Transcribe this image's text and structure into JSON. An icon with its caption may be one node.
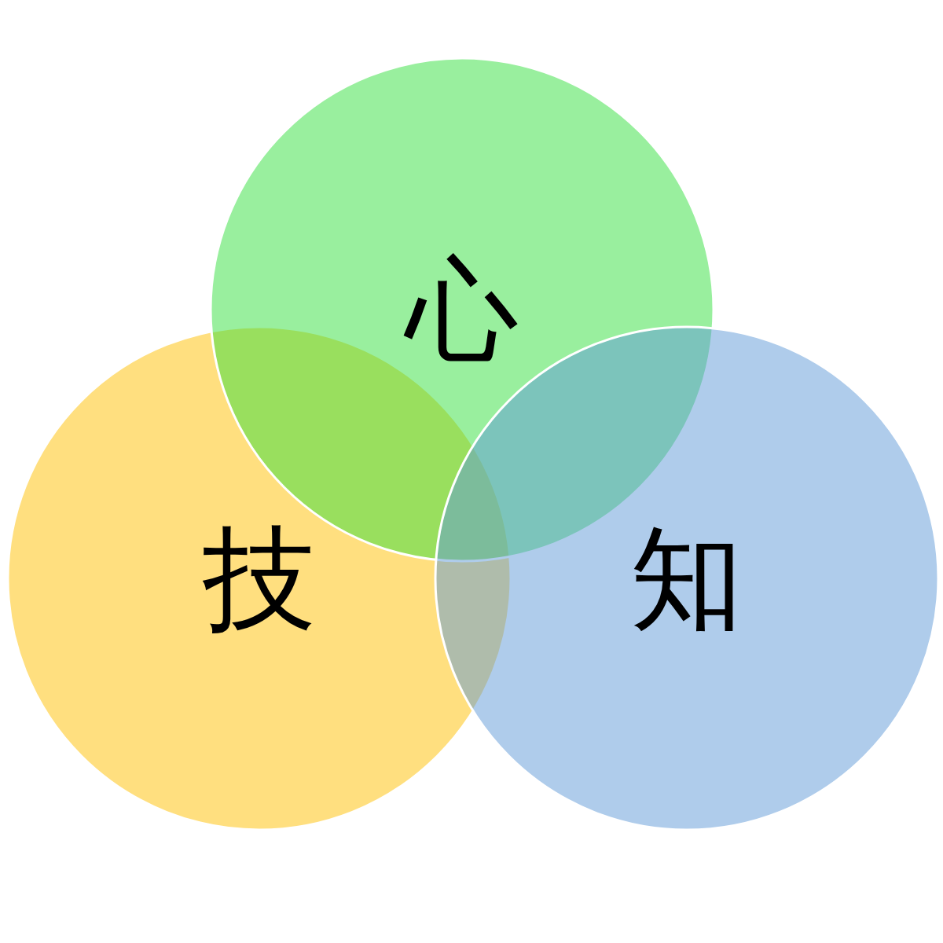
{
  "diagram": {
    "nodes": [
      {
        "text": [
          "心"
        ]
      },
      {
        "text": [
          "技"
        ]
      },
      {
        "text": [
          "知"
        ]
      }
    ]
  }
}
